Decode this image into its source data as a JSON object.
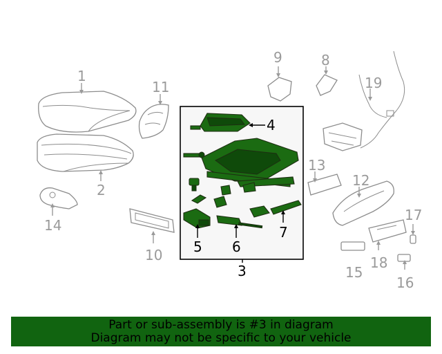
{
  "callouts": {
    "c1": "1",
    "c2": "2",
    "c3": "3",
    "c4": "4",
    "c5": "5",
    "c6": "6",
    "c7": "7",
    "c8": "8",
    "c9": "9",
    "c10": "10",
    "c11": "11",
    "c12": "12",
    "c13": "13",
    "c14": "14",
    "c15": "15",
    "c16": "16",
    "c17": "17",
    "c18": "18",
    "c19": "19"
  },
  "banner": {
    "line1": "Part or sub-assembly is #3 in diagram",
    "line2": "Diagram may not be specific to your vehicle"
  },
  "colors": {
    "highlight": "#1b6b12",
    "banner": "#116410",
    "callout_inactive": "#9a9a9a",
    "callout_active": "#000000"
  }
}
